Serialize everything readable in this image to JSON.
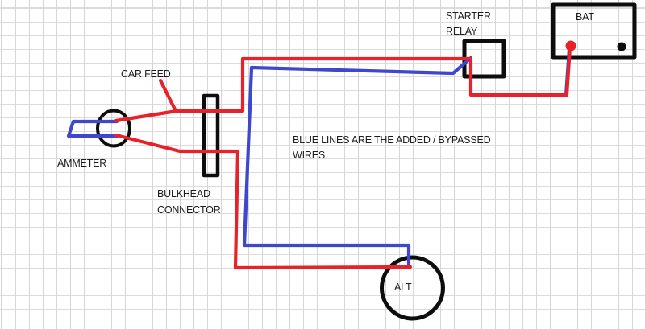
{
  "diagram": {
    "labels": {
      "starter_relay": "STARTER\nRELAY",
      "battery": "BAT",
      "car_feed": "CAR FEED",
      "ammeter": "AMMETER",
      "bulkhead_connector": "BULKHEAD\nCONNECTOR",
      "note": "BLUE LINES ARE THE ADDED / BYPASSED\nWIRES",
      "alternator": "ALT"
    },
    "colors": {
      "wire_factory": "#e8222a",
      "wire_bypass": "#3f48cc",
      "component_outline": "#0d0d0d",
      "battery_positive_terminal": "#e8222a",
      "battery_negative_terminal": "#0d0d0d",
      "text": "#1d1d1f",
      "grid_line": "#d6d6d6",
      "background": "#ffffff"
    }
  }
}
